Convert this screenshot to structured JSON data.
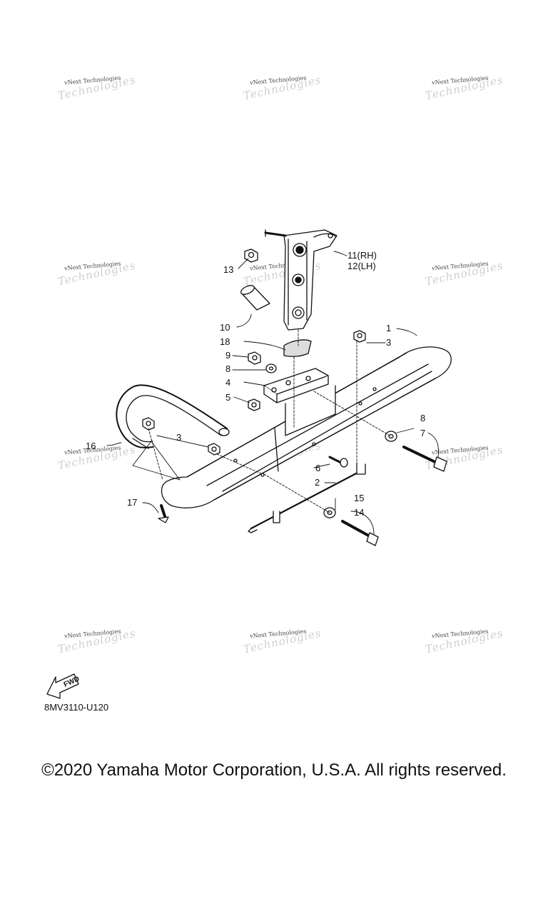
{
  "watermark": {
    "line1": "vNext Technologies",
    "line2": "Technologies"
  },
  "callouts": {
    "c1": "1",
    "c2": "2",
    "c3a": "3",
    "c3b": "3",
    "c4": "4",
    "c5": "5",
    "c6": "6",
    "c7": "7",
    "c8a": "8",
    "c8b": "8",
    "c9": "9",
    "c10": "10",
    "c11": "11(RH)",
    "c12": "12(LH)",
    "c13": "13",
    "c14": "14",
    "c15": "15",
    "c16": "16",
    "c17": "17",
    "c18": "18"
  },
  "fwd_label": "FWD",
  "diagram_code": "8MV3110-U120",
  "copyright": "©2020 Yamaha Motor Corporation, U.S.A. All rights reserved."
}
